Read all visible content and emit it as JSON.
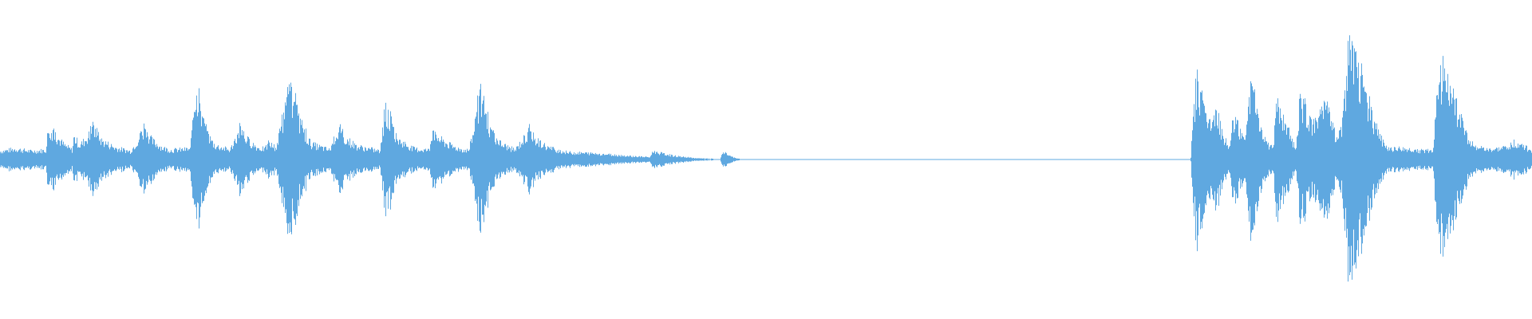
{
  "waveform": {
    "color": "#5fa8e0",
    "background": "#ffffff",
    "duration_fraction_silent": {
      "start": 0.485,
      "end": 0.777
    },
    "envelope": [
      [
        0.0,
        0.07
      ],
      [
        0.01,
        0.09
      ],
      [
        0.02,
        0.07
      ],
      [
        0.03,
        0.08
      ],
      [
        0.031,
        0.24
      ],
      [
        0.036,
        0.2
      ],
      [
        0.042,
        0.12
      ],
      [
        0.047,
        0.08
      ],
      [
        0.048,
        0.19
      ],
      [
        0.052,
        0.12
      ],
      [
        0.061,
        0.25
      ],
      [
        0.066,
        0.16
      ],
      [
        0.075,
        0.1
      ],
      [
        0.085,
        0.07
      ],
      [
        0.094,
        0.25
      ],
      [
        0.099,
        0.16
      ],
      [
        0.106,
        0.1
      ],
      [
        0.111,
        0.08
      ],
      [
        0.112,
        0.08
      ],
      [
        0.124,
        0.09
      ],
      [
        0.127,
        0.53
      ],
      [
        0.131,
        0.42
      ],
      [
        0.133,
        0.25
      ],
      [
        0.14,
        0.12
      ],
      [
        0.15,
        0.08
      ],
      [
        0.156,
        0.25
      ],
      [
        0.161,
        0.17
      ],
      [
        0.168,
        0.1
      ],
      [
        0.173,
        0.09
      ],
      [
        0.175,
        0.14
      ],
      [
        0.18,
        0.1
      ],
      [
        0.189,
        0.55
      ],
      [
        0.193,
        0.42
      ],
      [
        0.196,
        0.27
      ],
      [
        0.203,
        0.13
      ],
      [
        0.215,
        0.08
      ],
      [
        0.22,
        0.25
      ],
      [
        0.226,
        0.17
      ],
      [
        0.233,
        0.11
      ],
      [
        0.245,
        0.08
      ],
      [
        0.248,
        0.07
      ],
      [
        0.251,
        0.41
      ],
      [
        0.255,
        0.3
      ],
      [
        0.259,
        0.17
      ],
      [
        0.27,
        0.09
      ],
      [
        0.28,
        0.08
      ],
      [
        0.282,
        0.24
      ],
      [
        0.287,
        0.17
      ],
      [
        0.295,
        0.11
      ],
      [
        0.303,
        0.08
      ],
      [
        0.306,
        0.08
      ],
      [
        0.313,
        0.5
      ],
      [
        0.317,
        0.37
      ],
      [
        0.32,
        0.24
      ],
      [
        0.327,
        0.13
      ],
      [
        0.336,
        0.08
      ],
      [
        0.345,
        0.23
      ],
      [
        0.35,
        0.16
      ],
      [
        0.358,
        0.1
      ],
      [
        0.37,
        0.06
      ],
      [
        0.39,
        0.05
      ],
      [
        0.41,
        0.03
      ],
      [
        0.424,
        0.02
      ],
      [
        0.426,
        0.07
      ],
      [
        0.432,
        0.05
      ],
      [
        0.44,
        0.03
      ],
      [
        0.455,
        0.01
      ],
      [
        0.47,
        0.005
      ],
      [
        0.472,
        0.07
      ],
      [
        0.475,
        0.04
      ],
      [
        0.48,
        0.01
      ],
      [
        0.485,
        0.002
      ],
      [
        0.777,
        0.002
      ],
      [
        0.778,
        0.22
      ],
      [
        0.781,
        0.64
      ],
      [
        0.785,
        0.45
      ],
      [
        0.79,
        0.28
      ],
      [
        0.795,
        0.36
      ],
      [
        0.798,
        0.18
      ],
      [
        0.802,
        0.12
      ],
      [
        0.805,
        0.32
      ],
      [
        0.809,
        0.22
      ],
      [
        0.813,
        0.18
      ],
      [
        0.816,
        0.57
      ],
      [
        0.819,
        0.45
      ],
      [
        0.823,
        0.22
      ],
      [
        0.828,
        0.11
      ],
      [
        0.831,
        0.1
      ],
      [
        0.833,
        0.45
      ],
      [
        0.837,
        0.3
      ],
      [
        0.84,
        0.25
      ],
      [
        0.844,
        0.13
      ],
      [
        0.846,
        0.1
      ],
      [
        0.848,
        0.47
      ],
      [
        0.852,
        0.39
      ],
      [
        0.856,
        0.3
      ],
      [
        0.86,
        0.32
      ],
      [
        0.864,
        0.42
      ],
      [
        0.868,
        0.35
      ],
      [
        0.872,
        0.16
      ],
      [
        0.876,
        0.28
      ],
      [
        0.88,
        0.9
      ],
      [
        0.884,
        0.78
      ],
      [
        0.888,
        0.65
      ],
      [
        0.893,
        0.45
      ],
      [
        0.899,
        0.22
      ],
      [
        0.905,
        0.1
      ],
      [
        0.915,
        0.09
      ],
      [
        0.925,
        0.08
      ],
      [
        0.935,
        0.07
      ],
      [
        0.939,
        0.73
      ],
      [
        0.944,
        0.6
      ],
      [
        0.95,
        0.45
      ],
      [
        0.956,
        0.22
      ],
      [
        0.962,
        0.12
      ],
      [
        0.97,
        0.08
      ],
      [
        0.98,
        0.09
      ],
      [
        0.988,
        0.14
      ],
      [
        0.993,
        0.12
      ],
      [
        1.0,
        0.08
      ]
    ]
  }
}
